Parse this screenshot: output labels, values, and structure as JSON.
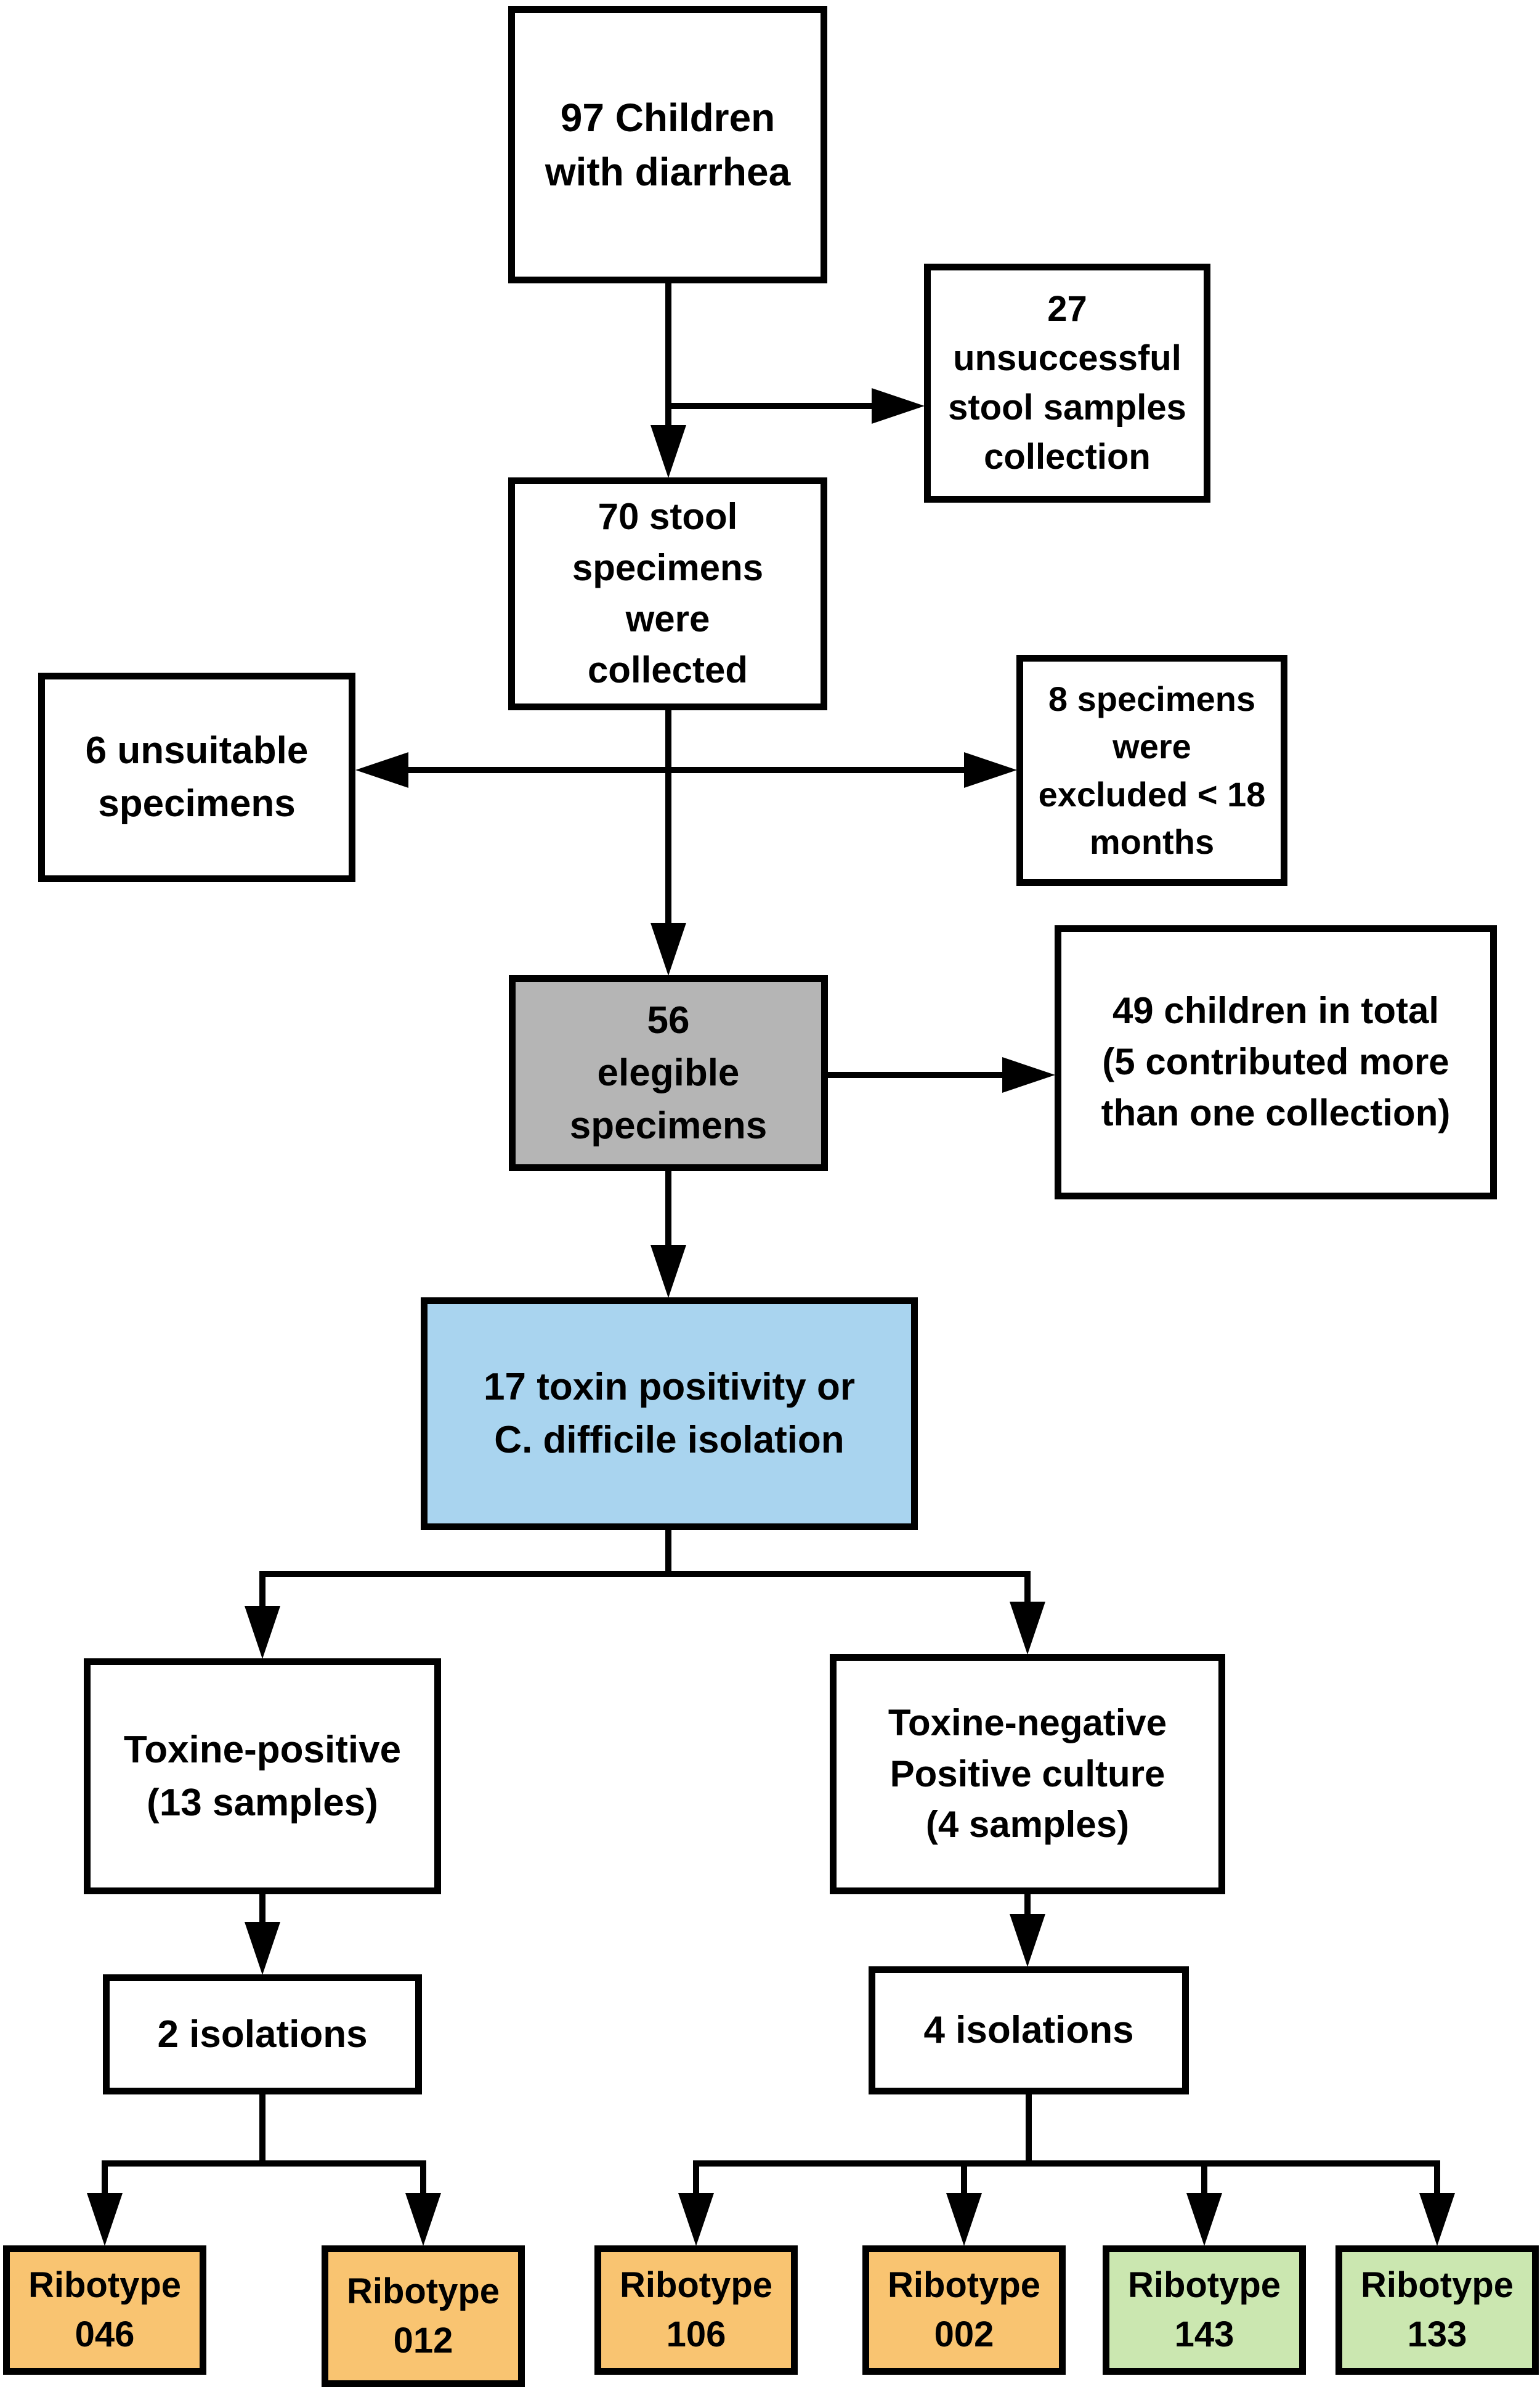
{
  "colors": {
    "background": "#ffffff",
    "line": "#000000",
    "box_border": "#000000",
    "white_box": "#ffffff",
    "gray_box": "#b5b5b5",
    "blue_box": "#a9d4ef",
    "orange_box": "#f9c471",
    "green_box": "#cbe7b0"
  },
  "nodes": {
    "children": {
      "label": "97 Children\nwith diarrhea",
      "fill": "#ffffff"
    },
    "unsuccessful": {
      "label": "27\nunsuccessful\nstool samples\ncollection",
      "fill": "#ffffff"
    },
    "stool": {
      "label": "70 stool\nspecimens\nwere\ncollected",
      "fill": "#ffffff"
    },
    "unsuitable": {
      "label": "6 unsuitable\nspecimens",
      "fill": "#ffffff"
    },
    "excluded": {
      "label": "8 specimens\nwere\nexcluded < 18\nmonths",
      "fill": "#ffffff"
    },
    "eligible": {
      "label": "56\nelegible\nspecimens",
      "fill": "#b5b5b5"
    },
    "total": {
      "label": "49 children in total\n(5 contributed more\nthan one collection)",
      "fill": "#ffffff"
    },
    "toxin": {
      "label": "17 toxin positivity or\nC. difficile isolation",
      "fill": "#a9d4ef"
    },
    "toxpos": {
      "label": "Toxine-positive\n(13 samples)",
      "fill": "#ffffff"
    },
    "toxneg": {
      "label": "Toxine-negative\nPositive culture\n(4 samples)",
      "fill": "#ffffff"
    },
    "iso2": {
      "label": "2 isolations",
      "fill": "#ffffff"
    },
    "iso4": {
      "label": "4 isolations",
      "fill": "#ffffff"
    },
    "r046": {
      "label": "Ribotype\n046",
      "fill": "#f9c471"
    },
    "r012": {
      "label": "Ribotype\n012",
      "fill": "#f9c471"
    },
    "r106": {
      "label": "Ribotype\n106",
      "fill": "#f9c471"
    },
    "r002": {
      "label": "Ribotype\n002",
      "fill": "#f9c471"
    },
    "r143": {
      "label": "Ribotype\n143",
      "fill": "#cbe7b0"
    },
    "r133": {
      "label": "Ribotype\n133",
      "fill": "#cbe7b0"
    }
  }
}
